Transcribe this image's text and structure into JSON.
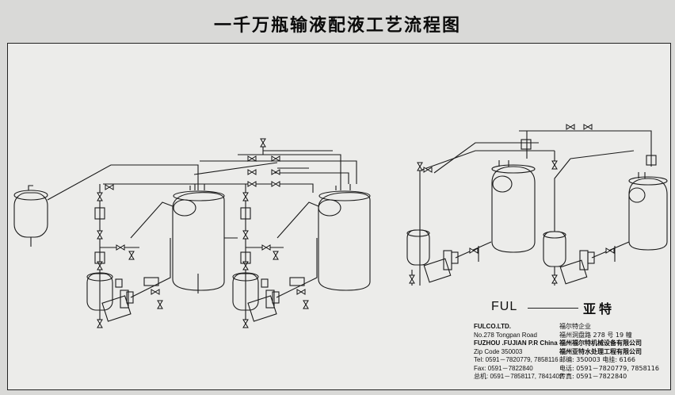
{
  "title": "一千万瓶输液配液工艺流程图",
  "brand": {
    "latin": "FUL",
    "chinese": "亚特"
  },
  "contact_en": [
    "FULCO.LTD.",
    "No.278 Tongpan Road",
    "FUZHOU .FUJIAN P.R China",
    "Zip Code 350003",
    "Tel: 0591－7820779, 7858116",
    "Fax: 0591－7822840",
    "总机: 0591－7858117, 7841402"
  ],
  "contact_cn": [
    "福尔特企业",
    "福州洞盘路 278 号 19 幢",
    "福州福尔特机械设备有限公司",
    "福州亚特水处理工程有限公司",
    "邮编: 350003    电挂: 6166",
    "电话: 0591－7820779, 7858116",
    "传真: 0591－7822840"
  ]
}
